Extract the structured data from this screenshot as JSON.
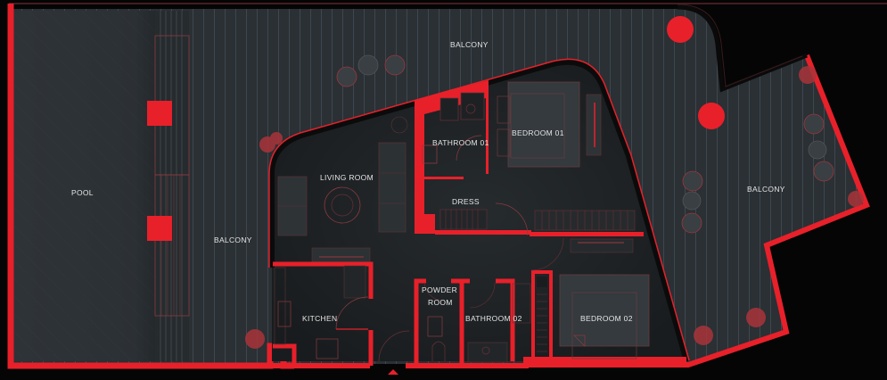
{
  "plan": {
    "colors": {
      "background": "#050505",
      "floor": "#2b3033",
      "floor_dark": "#23272a",
      "deck_line": "#4a5256",
      "wall": "#e8202a",
      "furniture": "#b0343a",
      "label": "#e4e4e4"
    },
    "labels": {
      "pool": "POOL",
      "balcony_west": "BALCONY",
      "balcony_north": "BALCONY",
      "balcony_east": "BALCONY",
      "living_room": "LIVING ROOM",
      "bathroom_01": "BATHROOM 01",
      "bedroom_01": "BEDROOM 01",
      "dress": "DRESS",
      "kitchen": "KITCHEN",
      "powder_room_line1": "POWDER",
      "powder_room_line2": "ROOM",
      "bathroom_02": "BATHROOM 02",
      "bedroom_02": "BEDROOM 02"
    },
    "markers": {
      "entrance": "entrance-arrow-icon",
      "columns": [
        "column-square-1",
        "column-square-2",
        "column-round-1",
        "column-round-2"
      ]
    }
  }
}
